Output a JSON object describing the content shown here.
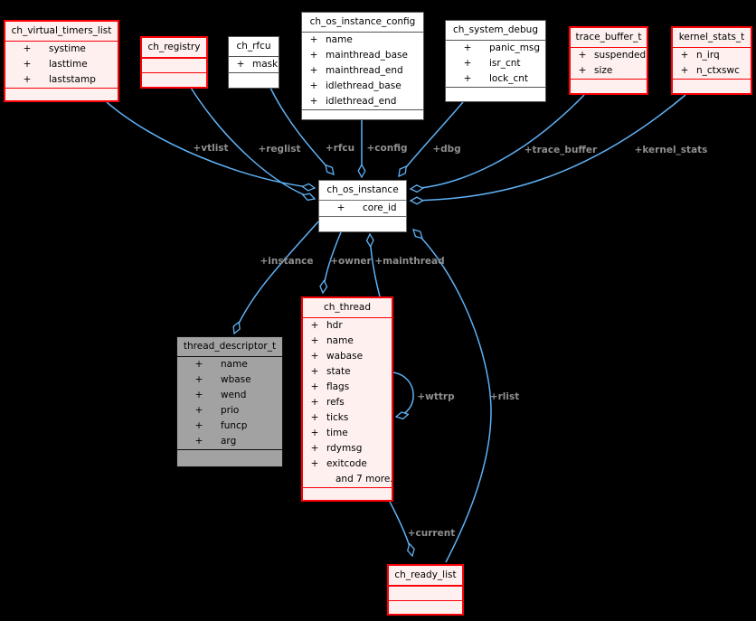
{
  "diagram": {
    "background": "#000000",
    "edge_color": "#5fb2f6",
    "label_color": "#8f8f8f",
    "red_border": "#fb0006",
    "pink_fill": "#fdf0ef",
    "gray_fill": "#a2a2a2",
    "visibility": "+"
  },
  "classes": {
    "ch_virtual_timers_list": {
      "title": "ch_virtual_timers_list",
      "fields": [
        "systime",
        "lasttime",
        "laststamp"
      ]
    },
    "ch_registry": {
      "title": "ch_registry",
      "fields": []
    },
    "ch_rfcu": {
      "title": "ch_rfcu",
      "fields": [
        "mask"
      ]
    },
    "ch_os_instance_config": {
      "title": "ch_os_instance_config",
      "fields": [
        "name",
        "mainthread_base",
        "mainthread_end",
        "idlethread_base",
        "idlethread_end"
      ]
    },
    "ch_system_debug": {
      "title": "ch_system_debug",
      "fields": [
        "panic_msg",
        "isr_cnt",
        "lock_cnt"
      ]
    },
    "trace_buffer_t": {
      "title": "trace_buffer_t",
      "fields": [
        "suspended",
        "size"
      ]
    },
    "kernel_stats_t": {
      "title": "kernel_stats_t",
      "fields": [
        "n_irq",
        "n_ctxswc"
      ]
    },
    "ch_os_instance": {
      "title": "ch_os_instance",
      "fields": [
        "core_id"
      ]
    },
    "thread_descriptor_t": {
      "title": "thread_descriptor_t",
      "fields": [
        "name",
        "wbase",
        "wend",
        "prio",
        "funcp",
        "arg"
      ]
    },
    "ch_thread": {
      "title": "ch_thread",
      "fields": [
        "hdr",
        "name",
        "wabase",
        "state",
        "flags",
        "refs",
        "ticks",
        "time",
        "rdymsg",
        "exitcode"
      ],
      "more": "and 7 more..."
    },
    "ch_ready_list": {
      "title": "ch_ready_list",
      "fields": []
    }
  },
  "relations": [
    {
      "label": "+vtlist"
    },
    {
      "label": "+reglist"
    },
    {
      "label": "+rfcu"
    },
    {
      "label": "+config"
    },
    {
      "label": "+dbg"
    },
    {
      "label": "+trace_buffer"
    },
    {
      "label": "+kernel_stats"
    },
    {
      "label": "+instance"
    },
    {
      "label": "+owner"
    },
    {
      "label": "+mainthread"
    },
    {
      "label": "+wttrp"
    },
    {
      "label": "+rlist"
    },
    {
      "label": "+current"
    }
  ]
}
